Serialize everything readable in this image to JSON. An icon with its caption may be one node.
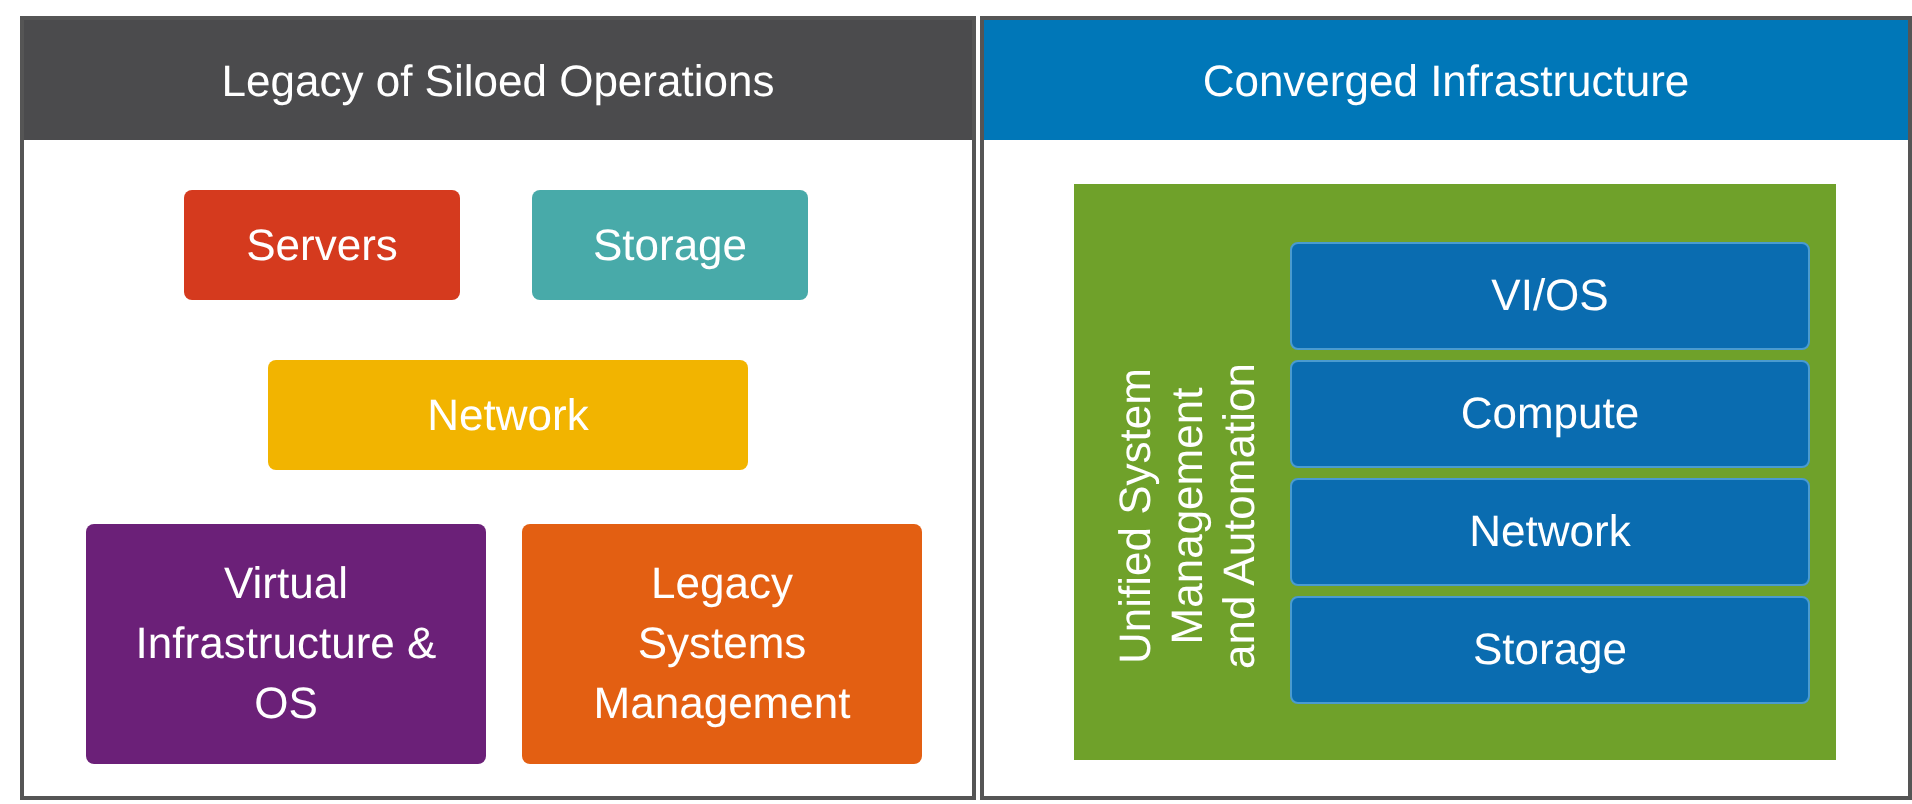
{
  "diagram": {
    "nodes": [
      {
        "text": [
          "Legacy of Siloed Operations"
        ]
      },
      {
        "text": [
          "Servers"
        ],
        "in": 0
      },
      {
        "text": [
          "Storage"
        ],
        "in": 0
      },
      {
        "text": [
          "Network"
        ],
        "in": 0
      },
      {
        "text": [
          "Virtual Infrastructure & OS"
        ],
        "in": 0
      },
      {
        "text": [
          "Legacy Systems Management"
        ],
        "in": 0
      },
      {
        "text": [
          "Converged Infrastructure"
        ]
      },
      {
        "text": [
          "Unified System Management and Automation"
        ],
        "in": 6
      },
      {
        "text": [
          "VI/OS"
        ],
        "in": 7
      },
      {
        "text": [
          "Compute"
        ],
        "in": 7
      },
      {
        "text": [
          "Network"
        ],
        "in": 7
      },
      {
        "text": [
          "Storage"
        ],
        "in": 7
      }
    ]
  }
}
